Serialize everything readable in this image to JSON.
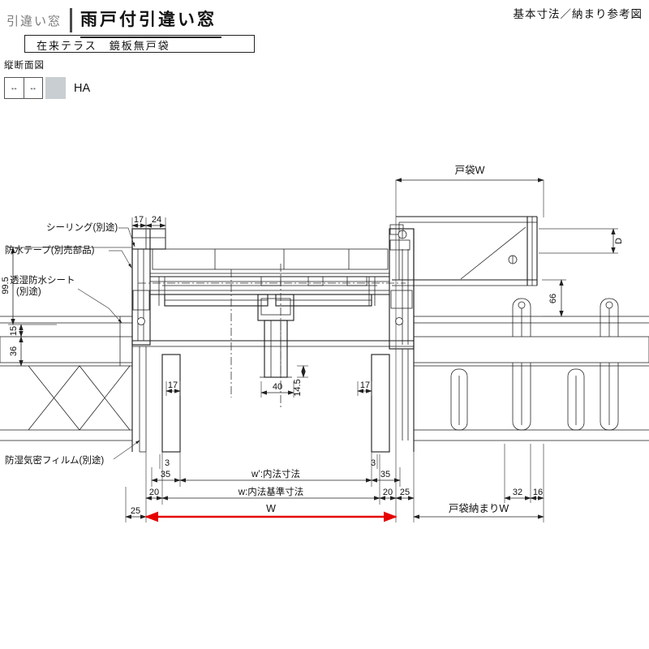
{
  "header": {
    "category": "引違い窓",
    "title": "雨戸付引違い窓",
    "corner_note": "基本寸法／納まり参考図",
    "subtitle": "在来テラス　鏡板無戸袋",
    "view_label": "縦断面図",
    "type_label": "HA",
    "icon_arrow": "↔"
  },
  "drawing": {
    "callouts": {
      "sealing": "シーリング(別途)",
      "waterproof_tape": "防水テープ(別売部品)",
      "breathable_sheet_line1": "透湿防水シート",
      "breathable_sheet_line2": "(別途)",
      "moisture_film": "防湿気密フィルム(別途)"
    },
    "dims": {
      "top_left_a": "17",
      "top_left_b": "24",
      "left_height": "99.5",
      "left_upper": "15",
      "left_lower": "36",
      "shutter_width": "戸袋W",
      "depth": "D",
      "right_height": "66",
      "post_offset_left": "17",
      "center_width": "40",
      "center_height": "14.5",
      "post_offset_right": "17",
      "gap_left": "3",
      "post_width_left": "35",
      "gap_right": "3",
      "post_width_right": "35",
      "frame_left": "20",
      "frame_right": "20",
      "trim_left": "25",
      "trim_right": "25",
      "inner_width": "w’:内法寸法",
      "base_width": "w:内法基準寸法",
      "overall_width": "W",
      "shutter_fit_width": "戸袋納まりW",
      "right_a": "32",
      "right_b": "16"
    },
    "colors": {
      "line": "#1a1a1a",
      "accent_red": "#e60000",
      "icon_gray": "#c9ced2"
    }
  }
}
